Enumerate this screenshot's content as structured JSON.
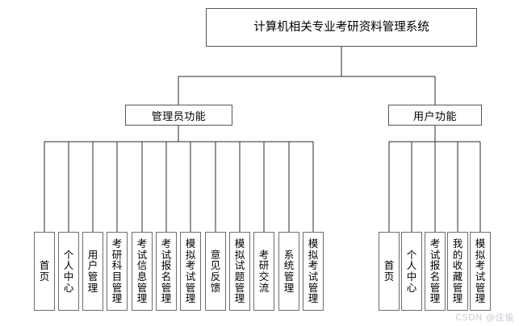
{
  "diagram": {
    "type": "function-tree",
    "root": {
      "label": "计算机相关专业考研资料管理系统"
    },
    "branches": [
      {
        "label": "管理员功能"
      },
      {
        "label": "用户功能"
      }
    ],
    "admin_leaves": [
      {
        "label": "首页"
      },
      {
        "label": "个人中心"
      },
      {
        "label": "用户管理"
      },
      {
        "label": "考研科目管理"
      },
      {
        "label": "考试信息管理"
      },
      {
        "label": "考试报名管理"
      },
      {
        "label": "模拟考试管理"
      },
      {
        "label": "意见反馈"
      },
      {
        "label": "模拟试题管理"
      },
      {
        "label": "考研交流"
      },
      {
        "label": "系统管理"
      },
      {
        "label": "模拟考试管理"
      }
    ],
    "user_leaves": [
      {
        "label": "首页"
      },
      {
        "label": "个人中心"
      },
      {
        "label": "考试报名管理"
      },
      {
        "label": "我的收藏管理"
      },
      {
        "label": "模拟考试管理"
      }
    ],
    "watermark": "CSDN @佳愉",
    "colors": {
      "line": "#2b2b2b",
      "box_border": "#6e6e6e",
      "background": "#ffffff",
      "text": "#000000",
      "watermark": "#c9ccd4"
    }
  }
}
